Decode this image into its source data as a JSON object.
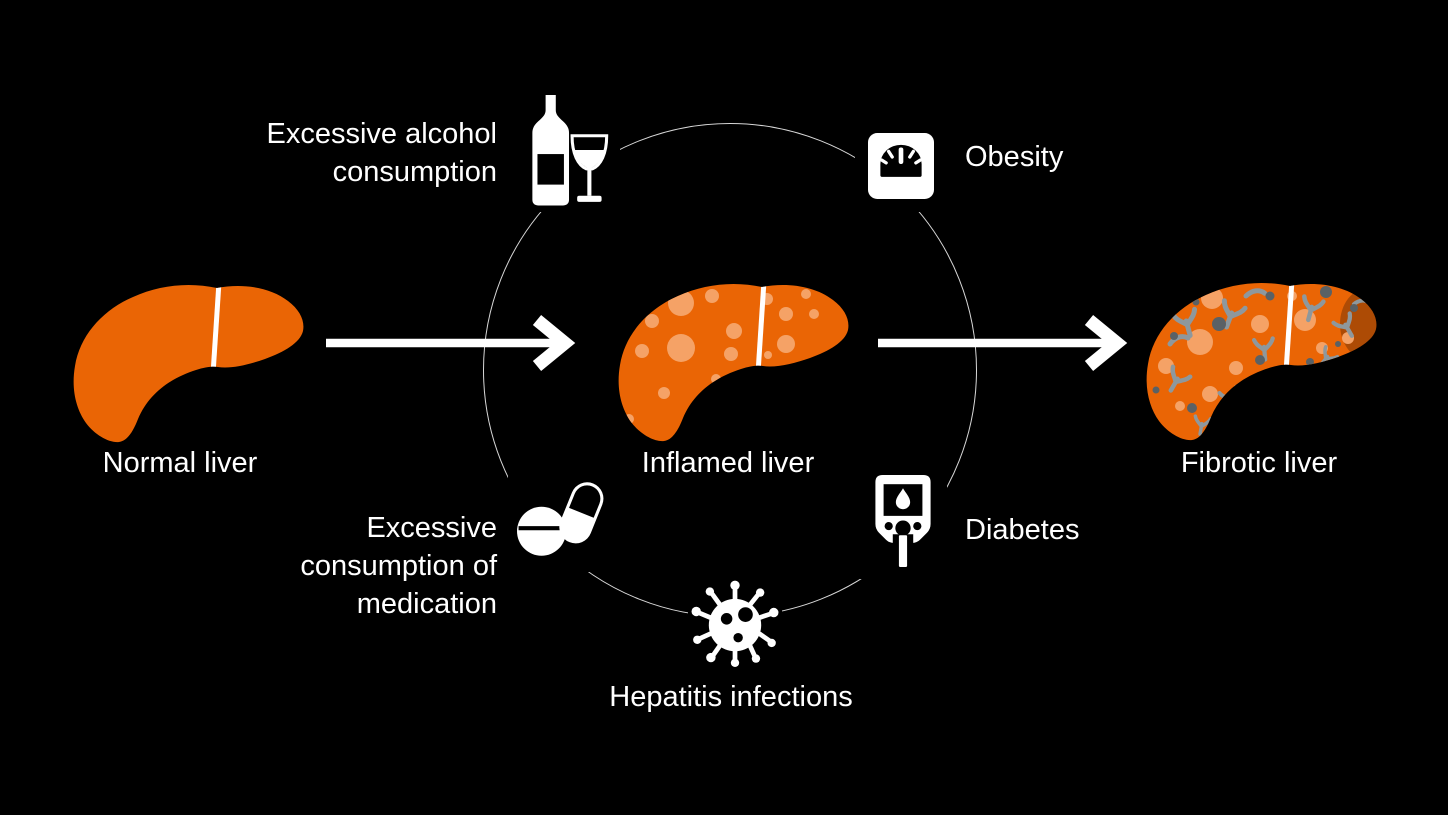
{
  "colors": {
    "background": "#000000",
    "liver_orange": "#EA6505",
    "spot_orange": "#F5A266",
    "fibrosis_gray": "#8E989D",
    "fibrosis_dark": "#5A6165",
    "white": "#FFFFFF",
    "circle_line": "#D8D8D8"
  },
  "diagram": {
    "stages": [
      {
        "label": "Normal liver"
      },
      {
        "label": "Inflamed liver"
      },
      {
        "label": "Fibrotic liver"
      }
    ],
    "risk_factors": [
      {
        "label": "Excessive alcohol consumption",
        "lines": [
          "Excessive alcohol",
          "consumption"
        ],
        "icon": "wine-bottle-and-glass"
      },
      {
        "label": "Obesity",
        "icon": "bathroom-scale"
      },
      {
        "label": "Excessive consumption of medication",
        "lines": [
          "Excessive",
          "consumption of",
          "medication"
        ],
        "icon": "tablet-and-capsule"
      },
      {
        "label": "Diabetes",
        "icon": "glucose-meter"
      },
      {
        "label": "Hepatitis infections",
        "icon": "hepatitis-virus"
      }
    ]
  }
}
